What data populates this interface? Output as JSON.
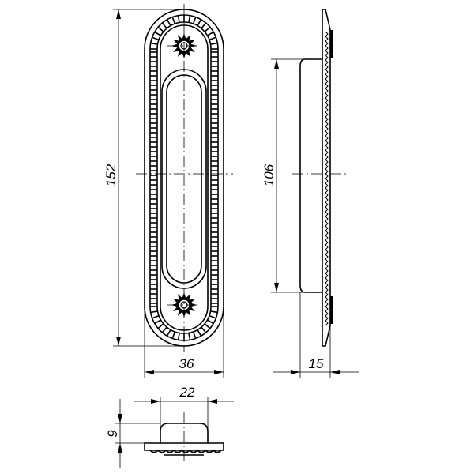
{
  "drawing": {
    "dimensions": {
      "overall_height": "152",
      "overall_width": "36",
      "recess_height": "106",
      "plate_depth": "15",
      "body_width": "22",
      "body_height": "9"
    },
    "line_color": "#000000",
    "background": "#ffffff"
  }
}
